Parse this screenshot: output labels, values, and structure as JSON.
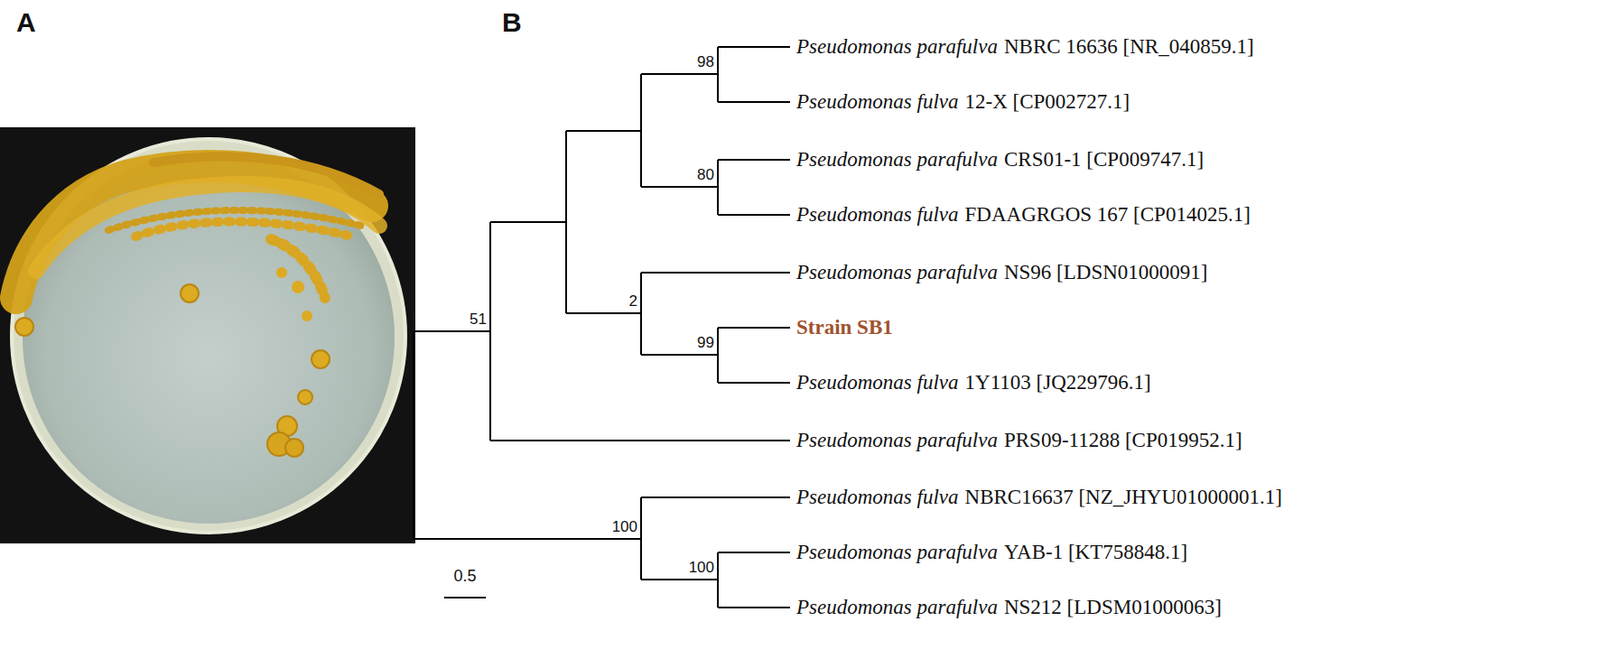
{
  "diagram": {
    "labels": [
      "A",
      "B",
      "Pseudomonas parafulva",
      "NBRC 16636 [NR_040859.1]",
      "Pseudomonas fulva",
      "12-X [CP002727.1]",
      "Pseudomonas parafulva",
      "CRS01-1 [CP009747.1]",
      "Pseudomonas fulva",
      "FDAAGRGOS 167 [CP014025.1]",
      "Pseudomonas parafulva",
      "NS96 [LDSN01000091]",
      "Strain SB1",
      "Pseudomonas fulva",
      "1Y1103 [JQ229796.1]",
      "Pseudomonas parafulva",
      "PRS09-11288 [CP019952.1]",
      "Pseudomonas fulva",
      "NBRC16637 [NZ_JHYU01000001.1]",
      "Pseudomonas parafulva",
      "YAB-1 [KT758848.1]",
      "Pseudomonas parafulva",
      "NS212 [LDSM01000063]",
      "98",
      "80",
      "2",
      "99",
      "51",
      "100",
      "100",
      "0.5"
    ]
  }
}
